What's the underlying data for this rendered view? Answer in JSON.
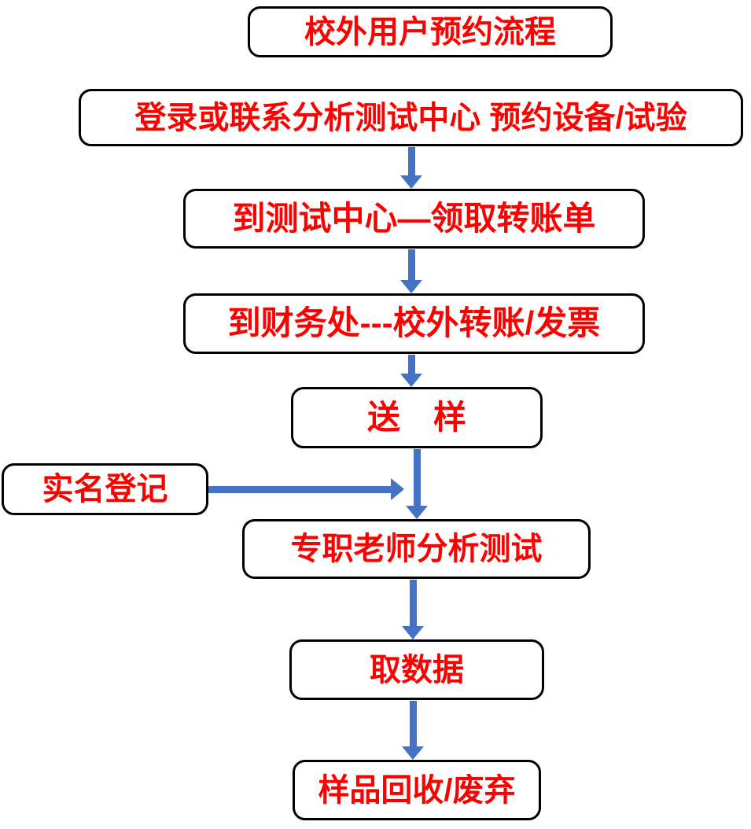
{
  "diagram": {
    "title": "校外用户预约流程",
    "colors": {
      "arrow": "#4472C4",
      "node_text": "#FF0000",
      "node_border": "#000000",
      "background": "#FFFFFF"
    },
    "nodes": [
      {
        "id": "title",
        "label": "校外用户预约流程"
      },
      {
        "id": "reserve",
        "label": "登录或联系分析测试中心 预约设备/试验"
      },
      {
        "id": "transfer-form",
        "label": "到测试中心—领取转账单"
      },
      {
        "id": "finance",
        "label": "到财务处---校外转账/发票"
      },
      {
        "id": "send-sample",
        "label": "送　样"
      },
      {
        "id": "real-name",
        "label": "实名登记"
      },
      {
        "id": "analysis",
        "label": "专职老师分析测试"
      },
      {
        "id": "get-data",
        "label": "取数据"
      },
      {
        "id": "sample-recycle",
        "label": "样品回收/废弃"
      }
    ],
    "arrows": [
      {
        "from": "reserve",
        "to": "transfer-form",
        "direction": "down"
      },
      {
        "from": "transfer-form",
        "to": "finance",
        "direction": "down"
      },
      {
        "from": "finance",
        "to": "send-sample",
        "direction": "down"
      },
      {
        "from": "send-sample",
        "to": "analysis",
        "direction": "down"
      },
      {
        "from": "real-name",
        "to": "analysis",
        "direction": "right"
      },
      {
        "from": "analysis",
        "to": "get-data",
        "direction": "down"
      },
      {
        "from": "get-data",
        "to": "sample-recycle",
        "direction": "down"
      }
    ]
  }
}
